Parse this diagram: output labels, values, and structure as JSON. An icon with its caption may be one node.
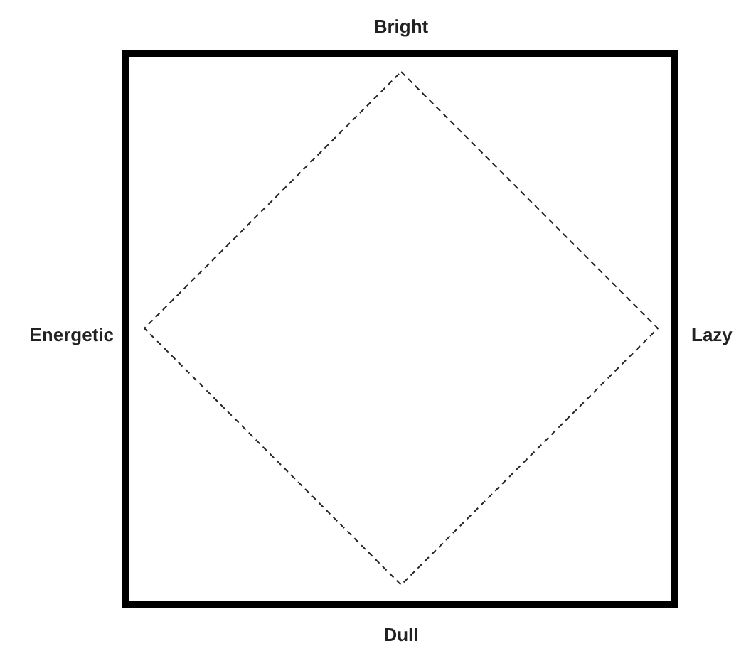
{
  "diagram": {
    "nodes": [
      {
        "text": [],
        "shape": "box"
      },
      {
        "text": [],
        "shape": "diamond",
        "in": 0
      }
    ],
    "labels": [
      "Bright",
      "Energetic",
      "Lazy",
      "Dull"
    ]
  }
}
